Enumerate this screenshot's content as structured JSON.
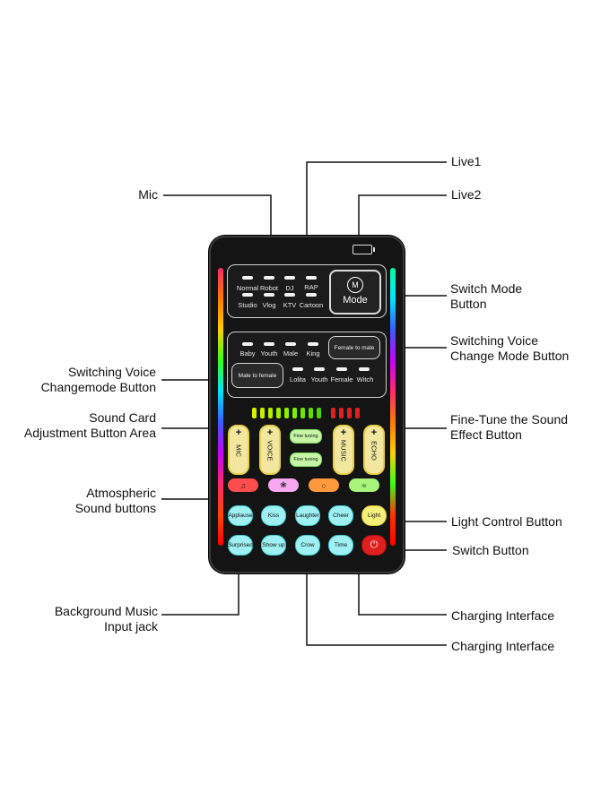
{
  "callouts": {
    "mic": "Mic",
    "live1": "Live1",
    "live2": "Live2",
    "switch_mode_1": "Switch Mode",
    "switch_mode_2": "Button",
    "sv_change_mode_1": "Switching Voice",
    "sv_change_mode_2": "Change Mode Button",
    "sv_changemode_1": "Switching Voice",
    "sv_changemode_2": "Changemode Button",
    "sound_card_1": "Sound Card",
    "sound_card_2": "Adjustment Button Area",
    "fine_tune_1": "Fine-Tune the Sound",
    "fine_tune_2": "Effect Button",
    "atmospheric_1": "Atmospheric",
    "atmospheric_2": "Sound buttons",
    "light_control": "Light Control Button",
    "switch_button": "Switch Button",
    "bg_music_1": "Background Music",
    "bg_music_2": "Input jack",
    "charging_1": "Charging Interface",
    "charging_2": "Charging Interface"
  },
  "device": {
    "mode_panel": {
      "row1": [
        "Normal",
        "Robot",
        "DJ",
        "RAP"
      ],
      "row2": [
        "Studio",
        "Vlog",
        "KTV",
        "Cartoon"
      ],
      "mode_icon": "M",
      "mode_label": "Mode"
    },
    "voice_panel": {
      "row1": [
        "Baby",
        "Youth",
        "Male",
        "King"
      ],
      "row2": [
        "Lolita",
        "Youth",
        "Female",
        "Witch"
      ],
      "female_to_male": "Female to male",
      "male_to_female": "Male to female"
    },
    "sliders": [
      {
        "plus": "+",
        "label": "MIC"
      },
      {
        "plus": "+",
        "label": "VOICE"
      },
      {
        "plus": "+",
        "label": "MUSIC"
      },
      {
        "plus": "+",
        "label": "ECHO"
      }
    ],
    "fine_tuning": [
      "Fine tuning",
      "Fine tuning"
    ],
    "atmosphere_icons": [
      "music-note-icon",
      "figure-icon",
      "headphones-icon",
      "waveform-icon"
    ],
    "effects_row1": [
      "Applause",
      "Kiss",
      "Laughter",
      "Cheer",
      "Light"
    ],
    "effects_row2": [
      "Surprised",
      "Show up",
      "Crow",
      "Time"
    ],
    "power_icon": "power-icon",
    "colors": {
      "slider": "#f3e7a0",
      "fine_tuning": "#c5f5a5",
      "effect_buttons": "#9ef0f2",
      "light_button": "#f5f07a",
      "power_button": "#e02020"
    }
  }
}
